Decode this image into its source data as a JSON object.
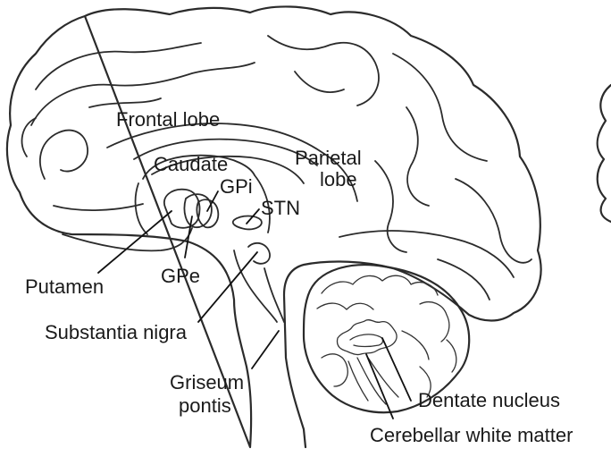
{
  "labels": {
    "frontal_lobe": "Frontal lobe",
    "caudate": "Caudate",
    "parietal_lobe_line1": "Parietal",
    "parietal_lobe_line2": "lobe",
    "gpi": "GPi",
    "stn": "STN",
    "putamen": "Putamen",
    "gpe": "GPe",
    "substantia_nigra": "Substantia nigra",
    "griseum_pontis_line1": "Griseum",
    "griseum_pontis_line2": "pontis",
    "dentate_nucleus": "Dentate nucleus",
    "cerebellar_white_matter": "Cerebellar white matter"
  }
}
